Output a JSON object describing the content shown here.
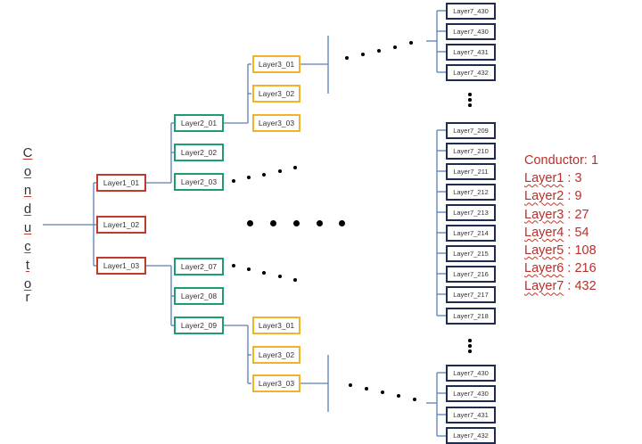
{
  "root": {
    "label": "Conductor",
    "letters": [
      "C",
      "o",
      "n",
      "d",
      "u",
      "c",
      "t",
      "o",
      "r"
    ]
  },
  "layer1": [
    "Layer1_01",
    "Layer1_02",
    "Layer1_03"
  ],
  "layer2_top": [
    "Layer2_01",
    "Layer2_02",
    "Layer2_03"
  ],
  "layer2_bottom": [
    "Layer2_07",
    "Layer2_08",
    "Layer2_09"
  ],
  "layer3_top": [
    "Layer3_01",
    "Layer3_02",
    "Layer3_03"
  ],
  "layer3_bottom": [
    "Layer3_01",
    "Layer3_02",
    "Layer3_03"
  ],
  "layer7_top": [
    "Layer7_430",
    "Layer7_430",
    "Layer7_431",
    "Layer7_432"
  ],
  "layer7_middle": [
    "Layer7_209",
    "Layer7_210",
    "Layer7_211",
    "Layer7_212",
    "Layer7_213",
    "Layer7_214",
    "Layer7_215",
    "Layer7_216",
    "Layer7_217",
    "Layer7_218"
  ],
  "layer7_bottom": [
    "Layer7_430",
    "Layer7_430",
    "Layer7_431",
    "Layer7_432"
  ],
  "counts": [
    {
      "label": "Conductor",
      "value": "1"
    },
    {
      "label": "Layer1",
      "value": "3"
    },
    {
      "label": "Layer2",
      "value": "9"
    },
    {
      "label": "Layer3",
      "value": "27"
    },
    {
      "label": "Layer4",
      "value": "54"
    },
    {
      "label": "Layer5",
      "value": "108"
    },
    {
      "label": "Layer6",
      "value": "216"
    },
    {
      "label": "Layer7",
      "value": "432"
    }
  ],
  "colors": {
    "layer1": "#c0392b",
    "layer2": "#1e9e6e",
    "layer3": "#f0b429",
    "layer7": "#1f2d4d",
    "wire": "#5b7fb5",
    "count_text": "#b7302a"
  }
}
